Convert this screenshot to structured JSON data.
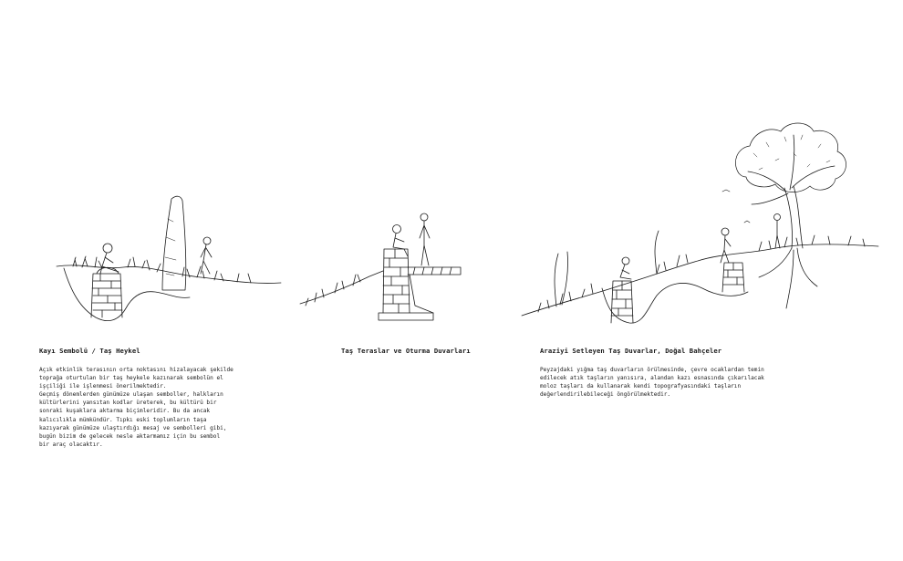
{
  "panels": [
    {
      "title": "Kayı Sembolü / Taş Heykel",
      "body_lines": [
        "Açık etkinlik terasının orta noktasını hizalayacak şekilde",
        "toprağa oturtulan bir taş heykele kazınarak sembolün el",
        "işçiliği ile işlenmesi önerilmektedir.",
        "Geçmiş dönemlerden günümüze ulaşan semboller, halkların",
        "kültürlerini yansıtan kodlar üreterek, bu kültürü bir",
        "sonraki kuşaklara aktarma biçimleridir. Bu da ancak",
        "kalıcılıkla mümkündür. Tıpkı eski toplumların taşa",
        "kazıyarak günümüze ulaştırdığı mesaj ve sembolleri gibi,",
        "bugün bizim de gelecek nesle aktarmamız için bu sembol",
        "bir araç olacaktır."
      ]
    },
    {
      "title": "Taş Teraslar ve Oturma Duvarları",
      "body_lines": []
    },
    {
      "title": "Araziyi Setleyen Taş Duvarlar, Doğal Bahçeler",
      "body_lines": [
        "Peyzajdaki yığma taş duvarların örülmesinde, çevre ocaklardan temin",
        "edilecek atık taşların yanısıra, alandan kazı esnasında çıkarılacak",
        "moloz taşları da kullanarak kendi topografyasındaki taşların",
        "değerlendirilebileceği öngörülmektedir."
      ]
    }
  ]
}
